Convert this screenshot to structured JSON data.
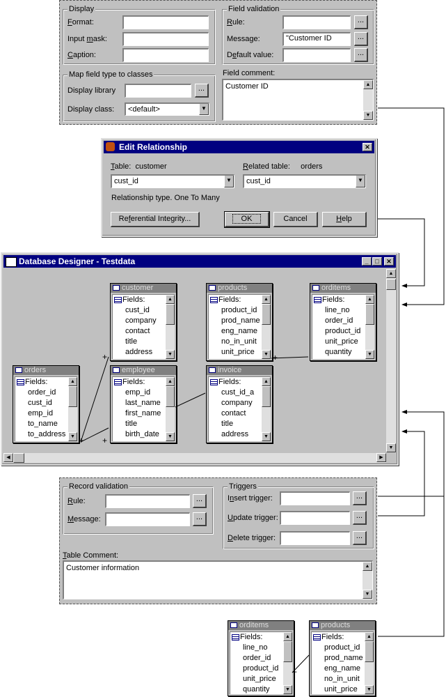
{
  "field_props": {
    "display_title": "Display",
    "format_label": "Format:",
    "input_mask_label": "Input mask:",
    "caption_label": "Caption:",
    "field_validation_title": "Field validation",
    "rule_label": "Rule:",
    "message_label": "Message:",
    "message_value": "\"Customer ID",
    "default_value_label": "Default value:",
    "map_title": "Map field type to classes",
    "display_library_label": "Display library",
    "display_class_label": "Display class:",
    "display_class_value": "<default>",
    "field_comment_label": "Field comment:",
    "field_comment_value": "Customer ID",
    "ellipsis": "..."
  },
  "edit_relationship": {
    "title": "Edit Relationship",
    "table_label": "Table:",
    "table_name": "customer",
    "related_label": "Related table:",
    "related_name": "orders",
    "left_field": "cust_id",
    "right_field": "cust_id",
    "relationship_type": "Relationship type.  One To Many",
    "ref_integrity": "Referential Integrity...",
    "ok": "OK",
    "cancel": "Cancel",
    "help": "Help"
  },
  "designer": {
    "title": "Database Designer - Testdata",
    "fields_label": "Fields:",
    "tables": [
      {
        "name": "customer",
        "fields": [
          "cust_id",
          "company",
          "contact",
          "title",
          "address"
        ]
      },
      {
        "name": "products",
        "fields": [
          "product_id",
          "prod_name",
          "eng_name",
          "no_in_unit",
          "unit_price"
        ]
      },
      {
        "name": "orditems",
        "fields": [
          "line_no",
          "order_id",
          "product_id",
          "unit_price",
          "quantity"
        ]
      },
      {
        "name": "orders",
        "fields": [
          "order_id",
          "cust_id",
          "emp_id",
          "to_name",
          "to_address"
        ]
      },
      {
        "name": "employee",
        "fields": [
          "emp_id",
          "last_name",
          "first_name",
          "title",
          "birth_date"
        ]
      },
      {
        "name": "invoice",
        "fields": [
          "cust_id_a",
          "company",
          "contact",
          "title",
          "address"
        ]
      }
    ]
  },
  "table_props": {
    "record_validation_title": "Record validation",
    "rule_label": "Rule:",
    "message_label": "Message:",
    "triggers_title": "Triggers",
    "insert_label": "Insert trigger:",
    "update_label": "Update trigger:",
    "delete_label": "Delete trigger:",
    "table_comment_label": "Table Comment:",
    "table_comment_value": "Customer information"
  },
  "bottom_tables": [
    {
      "name": "orditems",
      "fields": [
        "line_no",
        "order_id",
        "product_id",
        "unit_price",
        "quantity"
      ]
    },
    {
      "name": "products",
      "fields": [
        "product_id",
        "prod_name",
        "eng_name",
        "no_in_unit",
        "unit_price"
      ]
    }
  ]
}
